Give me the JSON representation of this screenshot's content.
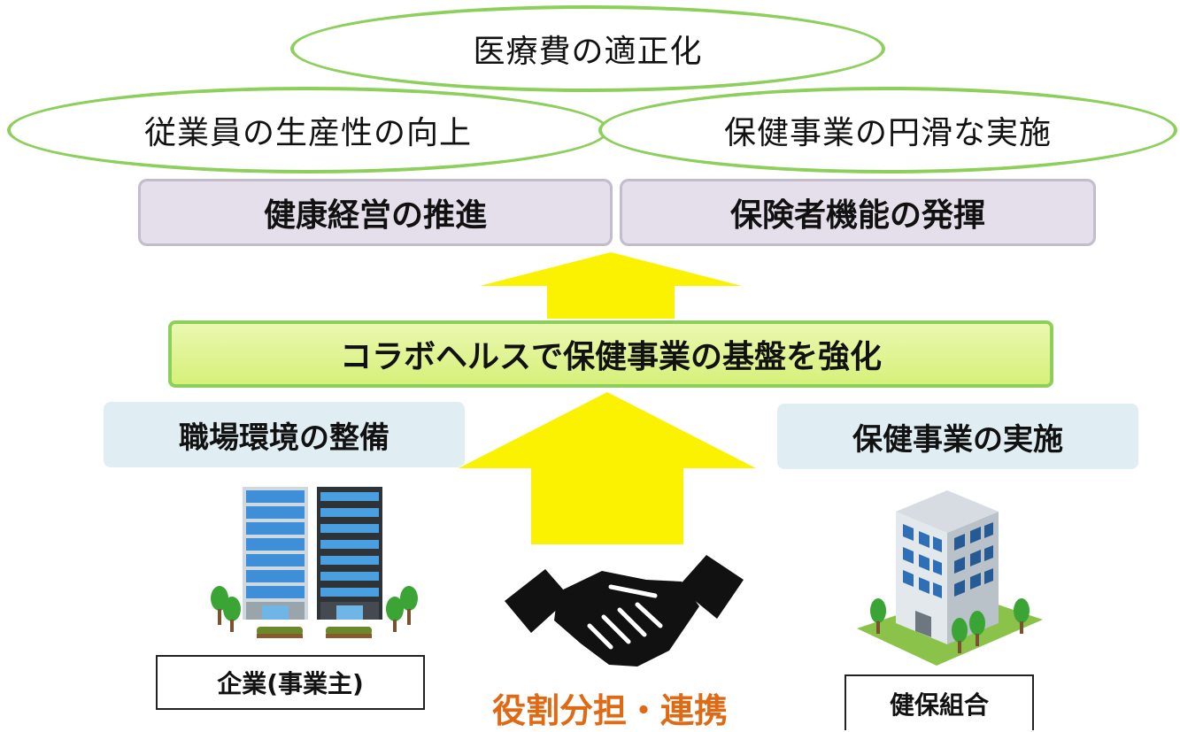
{
  "goals": {
    "top": "医療費の適正化",
    "left": "従業員の生産性の向上",
    "right": "保健事業の円滑な実施"
  },
  "pillars": {
    "left": "健康経営の推進",
    "right": "保険者機能の発揮"
  },
  "foundation": "コラボヘルスで保健事業の基盤を強化",
  "actions": {
    "left": "職場環境の整備",
    "right": "保健事業の実施"
  },
  "actors": {
    "employer": "企業(事業主)",
    "insurer": "健保組合"
  },
  "collaboration": "役割分担・連携",
  "colors": {
    "ellipse_border": "#8ccf5a",
    "arrow_fill": "#faf200",
    "role_text": "#e06a14"
  }
}
